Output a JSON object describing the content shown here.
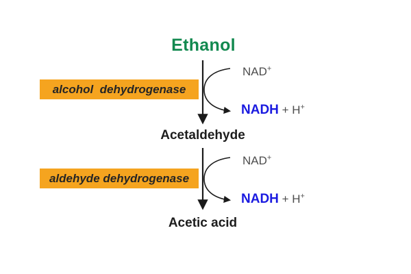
{
  "diagram": {
    "substrate": "Ethanol",
    "intermediate": "Acetaldehyde",
    "product": "Acetic acid"
  },
  "steps": [
    {
      "enzyme": "alcohol  dehydrogenase",
      "cofactor_in_base": "NAD",
      "cofactor_in_sup": "+",
      "cofactor_out_main": "NADH",
      "cofactor_out_plus": " + H",
      "cofactor_out_sup": "+"
    },
    {
      "enzyme": "aldehyde dehydrogenase",
      "cofactor_in_base": "NAD",
      "cofactor_in_sup": "+",
      "cofactor_out_main": "NADH",
      "cofactor_out_plus": " + H",
      "cofactor_out_sup": "+"
    }
  ],
  "colors": {
    "background": "#ffffff",
    "substrate_green": "#12894f",
    "enzyme_box_orange": "#f5a41f",
    "nadh_blue": "#1a1ae0",
    "cofactor_gray": "#4d4d4d",
    "arrow_ink": "#1a1a1a"
  }
}
